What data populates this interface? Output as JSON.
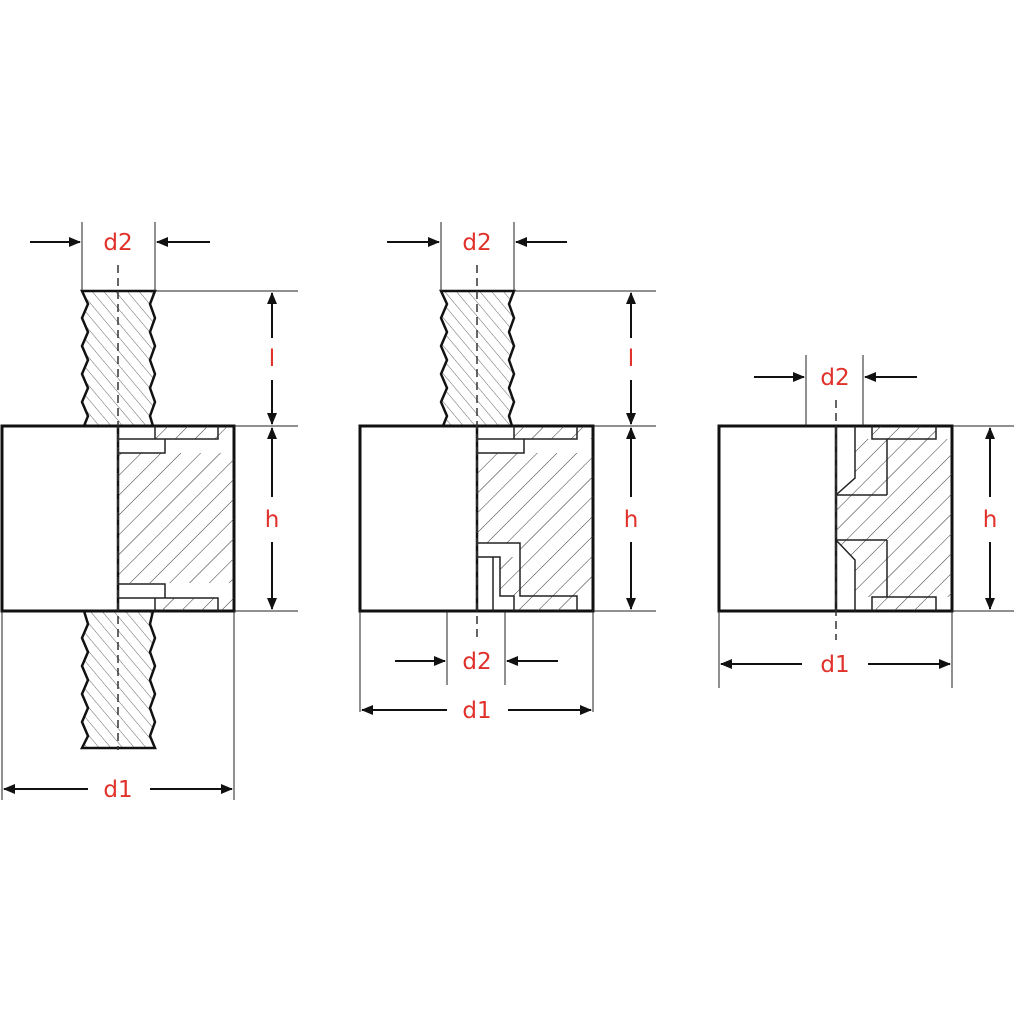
{
  "colors": {
    "label": "#e0312a",
    "line": "#111111",
    "background": "#ffffff"
  },
  "figures": [
    {
      "name": "male-male",
      "labels": {
        "top_diameter": "d2",
        "thread_length": "l",
        "height": "h",
        "outer_diameter": "d1"
      }
    },
    {
      "name": "male-female",
      "labels": {
        "top_diameter": "d2",
        "thread_length": "l",
        "height": "h",
        "bottom_diameter": "d2",
        "outer_diameter": "d1"
      }
    },
    {
      "name": "female-female",
      "labels": {
        "top_diameter": "d2",
        "height": "h",
        "outer_diameter": "d1"
      }
    }
  ]
}
